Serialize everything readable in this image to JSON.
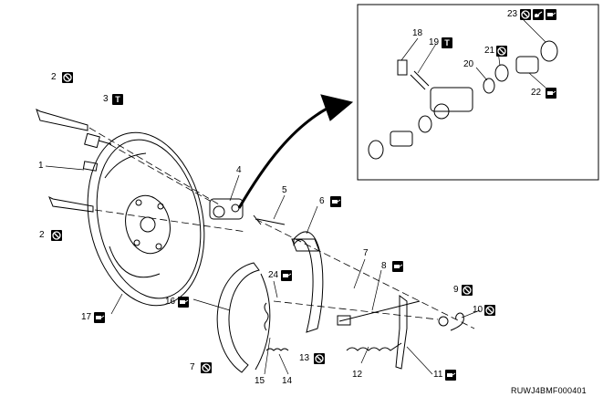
{
  "diagram_code": "RUWJ4BMF000401",
  "torque_symbol": "T",
  "parts": [
    {
      "n": "1",
      "badges": []
    },
    {
      "n": "2",
      "badges": [
        "no-reuse-icon"
      ]
    },
    {
      "n": "3",
      "badges": [
        "torque-icon"
      ]
    },
    {
      "n": "4",
      "badges": []
    },
    {
      "n": "5",
      "badges": []
    },
    {
      "n": "6",
      "badges": [
        "grease-icon"
      ]
    },
    {
      "n": "7",
      "badges": [
        "no-reuse-icon"
      ]
    },
    {
      "n": "8",
      "badges": [
        "grease-icon"
      ]
    },
    {
      "n": "9",
      "badges": [
        "no-reuse-icon"
      ]
    },
    {
      "n": "10",
      "badges": [
        "no-reuse-icon"
      ]
    },
    {
      "n": "11",
      "badges": [
        "grease-icon"
      ]
    },
    {
      "n": "12",
      "badges": []
    },
    {
      "n": "13",
      "badges": [
        "no-reuse-icon"
      ]
    },
    {
      "n": "14",
      "badges": []
    },
    {
      "n": "15",
      "badges": []
    },
    {
      "n": "16",
      "badges": [
        "grease-icon"
      ]
    },
    {
      "n": "17",
      "badges": [
        "grease-icon"
      ]
    },
    {
      "n": "18",
      "badges": []
    },
    {
      "n": "19",
      "badges": [
        "torque-icon"
      ]
    },
    {
      "n": "20",
      "badges": []
    },
    {
      "n": "21",
      "badges": [
        "no-reuse-icon"
      ]
    },
    {
      "n": "22",
      "badges": [
        "grease-icon"
      ]
    },
    {
      "n": "23",
      "badges": [
        "no-reuse-icon",
        "oil-can-icon",
        "grease-icon"
      ]
    },
    {
      "n": "24",
      "badges": [
        "grease-icon"
      ]
    }
  ]
}
